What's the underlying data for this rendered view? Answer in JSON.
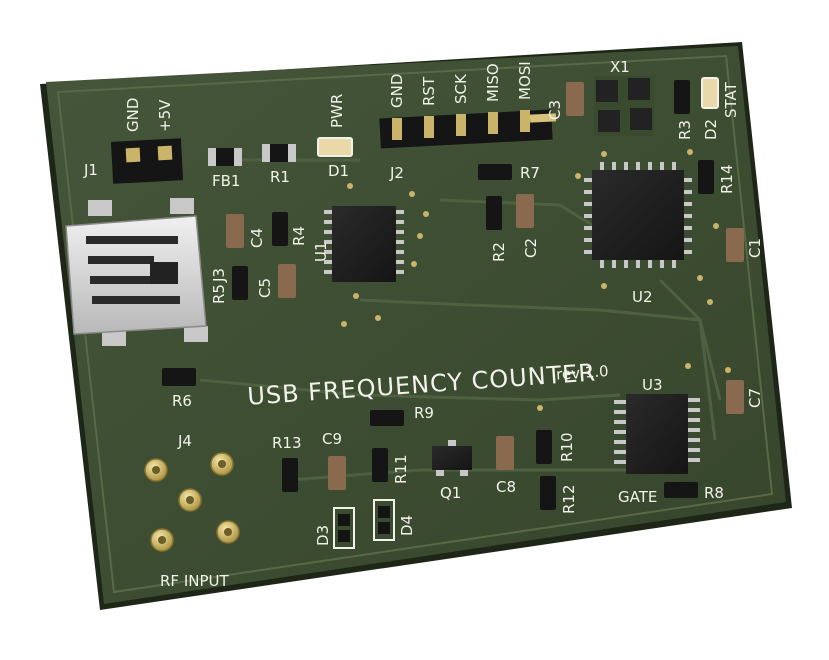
{
  "board": {
    "title": "USB FREQUENCY COUNTER",
    "revision": "rev 1.0",
    "colors": {
      "board": "#3f4f31",
      "edge": "#222c1b",
      "silk": "#f2f2ea",
      "copper_pad": "#c9b46a",
      "ic": "#1f1f1f",
      "pin": "#c8c8c8"
    }
  },
  "header_j1": {
    "ref": "J1",
    "pins": [
      "GND",
      "+5V"
    ]
  },
  "header_j2": {
    "ref": "J2",
    "pins": [
      "GND",
      "RST",
      "SCK",
      "MISO",
      "MOSI"
    ]
  },
  "usb": {
    "ref": "J3"
  },
  "rf_input": {
    "ref": "J4",
    "label": "RF INPUT"
  },
  "ics": {
    "u1": "U1",
    "u2": "U2",
    "u3": "U3",
    "q1": "Q1"
  },
  "crystal": "X1",
  "leds": {
    "d1": "D1",
    "d1_label": "PWR",
    "d2": "D2",
    "d2_label": "STAT"
  },
  "diodes": {
    "d3": "D3",
    "d4": "D4"
  },
  "gate_label": "GATE",
  "ferrite": "FB1",
  "resistors": {
    "r1": "R1",
    "r2": "R2",
    "r3": "R3",
    "r4": "R4",
    "r5": "R5",
    "r6": "R6",
    "r7": "R7",
    "r8": "R8",
    "r9": "R9",
    "r10": "R10",
    "r11": "R11",
    "r12": "R12",
    "r13": "R13",
    "r14": "R14"
  },
  "capacitors": {
    "c1": "C1",
    "c2": "C2",
    "c3": "C3",
    "c4": "C4",
    "c5": "C5",
    "c7": "C7",
    "c8": "C8",
    "c9": "C9"
  }
}
